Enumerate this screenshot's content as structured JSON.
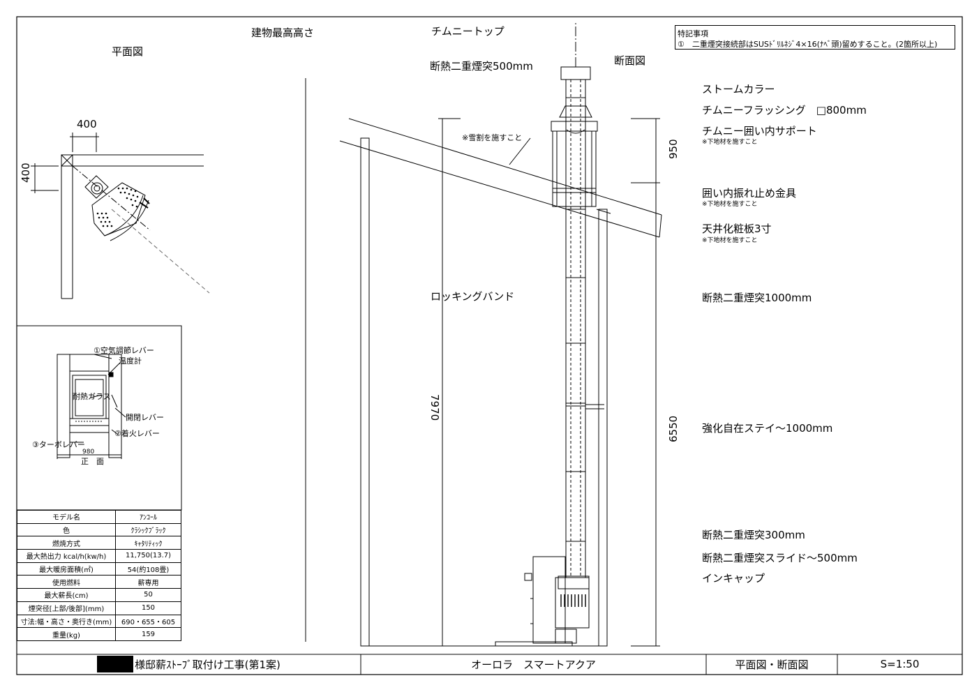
{
  "plan": {
    "title": "平面図",
    "dim_w": "400",
    "dim_h": "400"
  },
  "section": {
    "title": "断面図",
    "top_labels": {
      "building_height": "建物最高高さ",
      "chimney_top": "チムニートップ",
      "pipe_500": "断熱二重煙突500mm",
      "rocking_band": "ロッキングバンド",
      "snow_note": "※雪割を施すこと"
    },
    "dims": {
      "total": "7970",
      "upper": "950",
      "lower": "6550"
    }
  },
  "notes": {
    "heading": "特記事項",
    "item": "①　二重煙突接続部はSUSﾄﾞﾘﾙﾈｼﾞ4×16(ﾅﾍﾞ頭)留めすること。(2箇所以上)"
  },
  "parts": [
    {
      "label": "ストームカラー",
      "sub": ""
    },
    {
      "label": "チムニーフラッシング　□800mm",
      "sub": ""
    },
    {
      "label": "チムニー囲い内サポート",
      "sub": "※下地材を施すこと"
    },
    {
      "label": "囲い内振れ止め金具",
      "sub": "※下地材を施すこと"
    },
    {
      "label": "天井化粧板3寸",
      "sub": "※下地材を施すこと"
    },
    {
      "label": "断熱二重煙突1000mm",
      "sub": ""
    },
    {
      "label": "強化自在ステイ～1000mm",
      "sub": ""
    },
    {
      "label": "断熱二重煙突300mm",
      "sub": ""
    },
    {
      "label": "断熱二重煙突スライド～500mm",
      "sub": ""
    },
    {
      "label": "インキャップ",
      "sub": ""
    }
  ],
  "front": {
    "callouts": {
      "air": "①空気調節レバー",
      "thermo": "温度計",
      "glass": "耐熱ガラス",
      "door": "開閉レバー",
      "ignite": "②着火レバー",
      "turbo": "③ターボレバー"
    },
    "width_dim": "980",
    "caption": "正　面"
  },
  "spec_table": [
    {
      "key": "モデル名",
      "value": "ｱﾝｺｰﾙ"
    },
    {
      "key": "色",
      "value": "ｸﾗｼｯｸﾌﾞﾗｯｸ"
    },
    {
      "key": "燃焼方式",
      "value": "ｷｬﾀﾘﾃｨｯｸ"
    },
    {
      "key": "最大熱出力 kcal/h(kw/h)",
      "value": "11,750(13.7)"
    },
    {
      "key": "最大暖房面積(㎡)",
      "value": "54(約108畳)"
    },
    {
      "key": "使用燃料",
      "value": "薪専用"
    },
    {
      "key": "最大薪長(cm)",
      "value": "50"
    },
    {
      "key": "煙突径[上部/後部](mm)",
      "value": "150"
    },
    {
      "key": "寸法:幅・高さ・奥行き(mm)",
      "value": "690・655・605"
    },
    {
      "key": "重量(kg)",
      "value": "159"
    }
  ],
  "title_block": {
    "project": "様邸薪ｽﾄｰﾌﾞ取付け工事(第1案)",
    "model": "オーロラ　スマートアクア",
    "drawing": "平面図・断面図",
    "scale": "S=1:50"
  }
}
